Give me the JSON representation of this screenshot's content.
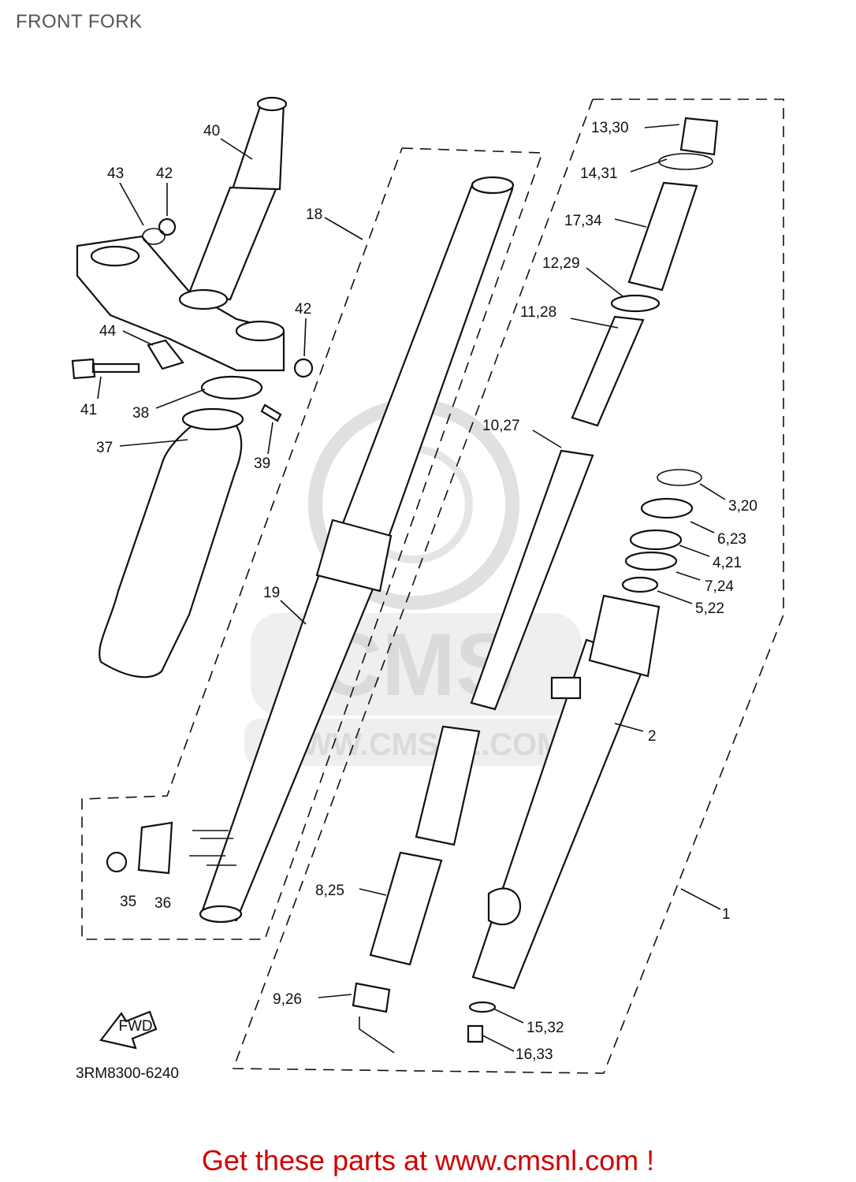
{
  "title": "FRONT FORK",
  "diagram_code": "3RM8300-6240",
  "cta": "Get these parts at www.cmsnl.com !",
  "watermark": {
    "logo": "CMS",
    "url": "WWW.CMSNL.COM"
  },
  "fwd_label": "FWD",
  "colors": {
    "cta": "#d10000",
    "ink": "#111111",
    "watermark": "#bdbdbd"
  },
  "callouts": {
    "c1": "1",
    "c2": "2",
    "c3_20": "3,20",
    "c4_21": "4,21",
    "c5_22": "5,22",
    "c6_23": "6,23",
    "c7_24": "7,24",
    "c8_25": "8,25",
    "c9_26": "9,26",
    "c10_27": "10,27",
    "c11_28": "11,28",
    "c12_29": "12,29",
    "c13_30": "13,30",
    "c14_31": "14,31",
    "c15_32": "15,32",
    "c16_33": "16,33",
    "c17_34": "17,34",
    "c18": "18",
    "c19": "19",
    "c35": "35",
    "c36": "36",
    "c37": "37",
    "c38": "38",
    "c39": "39",
    "c40": "40",
    "c41": "41",
    "c42a": "42",
    "c42b": "42",
    "c43": "43",
    "c44": "44"
  }
}
